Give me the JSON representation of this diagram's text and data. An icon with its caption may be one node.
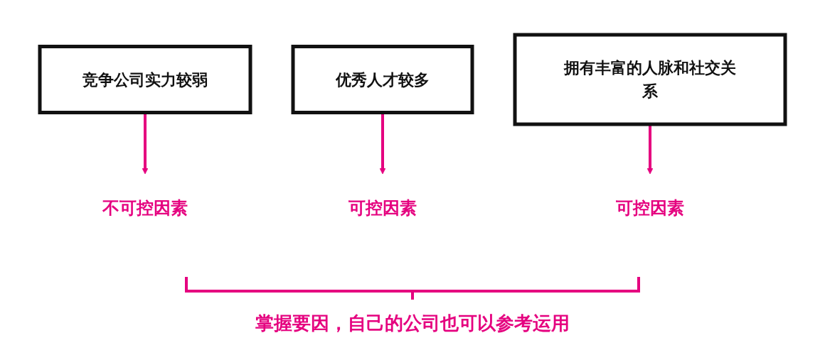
{
  "diagram": {
    "nodes": [
      {
        "text": [
          "竞争公司实力较弱"
        ]
      },
      {
        "text": [
          "优秀人才较多"
        ]
      },
      {
        "text": [
          "拥有丰富的人脉和社交关系"
        ]
      },
      {
        "text": [
          "不可控因素"
        ]
      },
      {
        "text": [
          "可控因素"
        ]
      },
      {
        "text": [
          "可控因素"
        ]
      }
    ],
    "edges": [
      {
        "from": 0,
        "to": 3,
        "arrow": "to"
      },
      {
        "from": 1,
        "to": 4,
        "arrow": "to"
      },
      {
        "from": 2,
        "to": 5,
        "arrow": "to"
      }
    ],
    "labels": [
      "掌握要因，自己的公司也可以参考运用"
    ]
  }
}
